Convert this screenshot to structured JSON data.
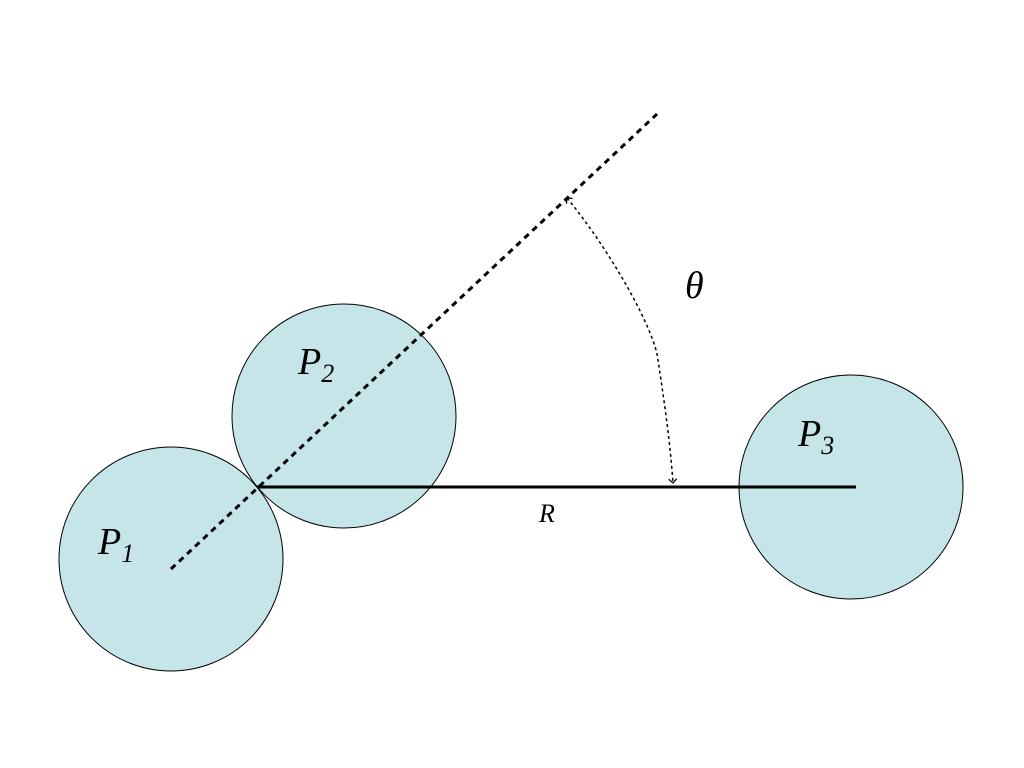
{
  "particles": [
    {
      "id": "p1",
      "label": "P",
      "subscript": "1"
    },
    {
      "id": "p2",
      "label": "P",
      "subscript": "2"
    },
    {
      "id": "p3",
      "label": "P",
      "subscript": "3"
    }
  ],
  "angle_label": "θ",
  "distance_label": "R",
  "colors": {
    "particle_fill": "#c5e5e8",
    "stroke": "#000000",
    "background": "#ffffff"
  }
}
